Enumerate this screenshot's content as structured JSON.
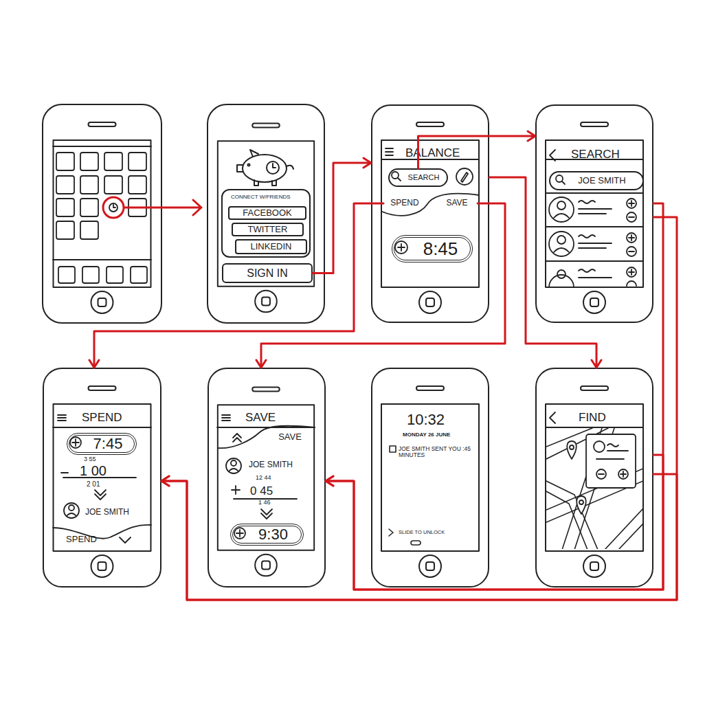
{
  "diagram": {
    "nodes": [
      {
        "text": [
          "CONNECT W/FRIENDS"
        ]
      },
      {
        "text": [
          "FACEBOOK"
        ],
        "in": 0
      },
      {
        "text": [
          "TWITTER"
        ],
        "in": 0
      },
      {
        "text": [
          "LINKEDIN"
        ],
        "in": 0
      },
      {
        "text": [
          "SIGN IN"
        ]
      },
      {
        "text": [
          "BALANCE"
        ]
      },
      {
        "text": [
          "SEARCH"
        ],
        "in": 5
      },
      {
        "text": [
          "SPEND"
        ],
        "in": 5
      },
      {
        "text": [
          "SAVE"
        ],
        "in": 5
      },
      {
        "text": [
          "8:45"
        ],
        "in": 5
      },
      {
        "text": [
          "SEARCH"
        ]
      },
      {
        "text": [
          "JOE SMITH"
        ],
        "in": 10
      },
      {
        "text": [
          "SPEND",
          "3 55",
          "1 00",
          "2 01",
          "JOE SMITH"
        ]
      },
      {
        "text": [
          "7:45"
        ],
        "in": 12
      },
      {
        "text": [
          "SPEND"
        ],
        "in": 12
      },
      {
        "text": [
          "SAVE",
          "JOE SMITH",
          "12 44",
          "0 45",
          "1 46"
        ]
      },
      {
        "text": [
          "SAVE"
        ],
        "in": 15
      },
      {
        "text": [
          "9:30"
        ],
        "in": 15
      },
      {
        "text": [
          "10:32",
          "MONDAY 26 JUNE",
          "JOE SMITH SENT YOU :45 MINUTES",
          "SLIDE TO UNLOCK"
        ]
      },
      {
        "text": [
          "FIND"
        ]
      }
    ],
    "edges": [
      {
        "from": 4,
        "to": 5,
        "arrow": "to"
      },
      {
        "from": 6,
        "to": 10,
        "arrow": "to"
      },
      {
        "from": 7,
        "to": 12,
        "arrow": "to"
      },
      {
        "from": 8,
        "to": 15,
        "arrow": "to"
      },
      {
        "from": 5,
        "to": 19,
        "arrow": "to"
      },
      {
        "from": 10,
        "to": 15,
        "arrow": "to"
      },
      {
        "from": 10,
        "to": 12,
        "arrow": "to"
      },
      {
        "from": 19,
        "to": 15,
        "arrow": "to"
      },
      {
        "from": 19,
        "to": 12,
        "arrow": "to"
      }
    ]
  }
}
